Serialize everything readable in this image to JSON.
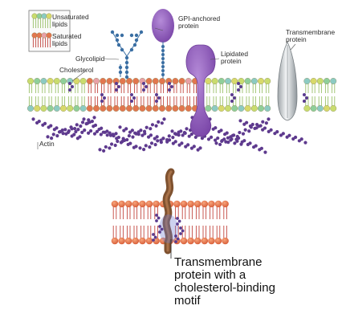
{
  "legend": {
    "unsaturated": {
      "line1": "Unsaturated",
      "line2": "lipids"
    },
    "saturated": {
      "line1": "Saturated",
      "line2": "lipids"
    }
  },
  "labels": {
    "glycolipid": "Glycolipid",
    "cholesterol": "Cholesterol",
    "gpi": {
      "line1": "GPI-anchored",
      "line2": "protein"
    },
    "lipidated": {
      "line1": "Lipidated",
      "line2": "protein"
    },
    "transmembrane": {
      "line1": "Transmembrane",
      "line2": "protein"
    },
    "actin": "Actin",
    "cbm": {
      "line1": "Transmembrane",
      "line2": "protein with a",
      "line3": "cholesterol-binding",
      "line4": "motif"
    }
  },
  "colors": {
    "unsaturated_heads": [
      "#c9dc6e",
      "#8fcf9a",
      "#8ccbc2",
      "#d8d96a"
    ],
    "saturated_head": "#e2764e",
    "saturated_head_alt": "#e8a0a6",
    "tail_unsaturated": "#9ac06a",
    "tail_saturated": "#c2463f",
    "cholesterol": "#5a3c8f",
    "gpi_protein": "#8a55b5",
    "glycan": "#3b6fa3",
    "actin": "#5e3a8e",
    "transmembrane_protein": "#c8ccd0",
    "cbm_protein": "#8a5a33"
  }
}
